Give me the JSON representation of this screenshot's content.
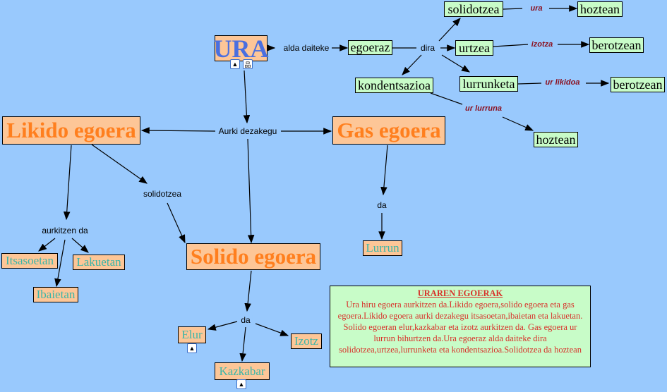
{
  "nodes": {
    "ura": "URA",
    "egoeraz": "egoeraz",
    "solidotzea": "solidotzea",
    "hoztean1": "hoztean",
    "urtzea": "urtzea",
    "berotzean1": "berotzean",
    "kondentsazioa": "kondentsazioa",
    "lurrunketa": "lurrunketa",
    "berotzean2": "berotzean",
    "hoztean2": "hoztean",
    "likido": "Likido egoera",
    "gas": "Gas egoera",
    "solido": "Solido egoera",
    "itsasoetan": "Itsasoetan",
    "lakuetan": "Lakuetan",
    "ibaietan": "Ibaietan",
    "lurrun": "Lurrun",
    "elur": "Elur",
    "izotz": "Izotz",
    "kazkabar": "Kazkabar"
  },
  "links": {
    "alda_daiteke": "alda daiteke",
    "dira": "dira",
    "ura": "ura",
    "izotza": "izotza",
    "ur_likidoa": "ur likidoa",
    "ur_lurruna": "ur lurruna",
    "aurki_dezakegu": "Aurki dezakegu",
    "solidotzea": "solidotzea",
    "aurkitzen_da": "aurkitzen da",
    "da_gas": "da",
    "da_solido": "da"
  },
  "note": {
    "title": "URAREN EGOERAK",
    "body": "Ura hiru egoera  aurkitzen da.Likido egoera,solido egoera eta gas egoera.Likido egoera aurki dezakegu itsasoetan,ibaietan eta lakuetan. Solido egoeran elur,kazkabar eta izotz aurkitzen da. Gas egoera ur lurrun  bihurtzen da.Ura egoeraz alda daiteke dira solidotzea,urtzea,lurrunketa eta  kondentsazioa.Solidotzea da hoztean"
  },
  "colors": {
    "background": "#99c9fd",
    "concept_green": "#c8fcc8",
    "concept_orange": "#fdc697",
    "title_orange": "#ff7f1e",
    "ura_blue": "#4a6fe0"
  }
}
